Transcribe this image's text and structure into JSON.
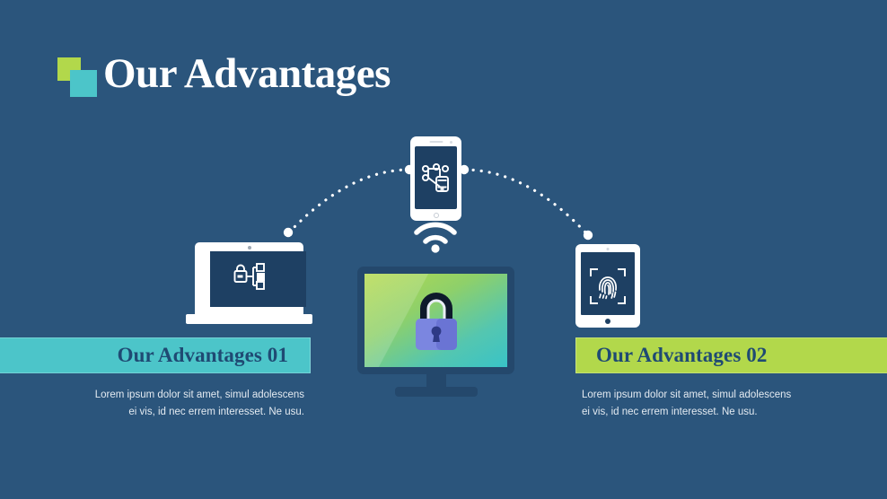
{
  "slide": {
    "background_color": "#2b557c",
    "title": "Our Advantages",
    "logo": {
      "square_green_color": "#b2d84b",
      "square_teal_color": "#4cc5c9"
    }
  },
  "diagram": {
    "devices": [
      {
        "name": "smartphone",
        "icon": "network-nodes-icon",
        "screen_color": "#1e4063"
      },
      {
        "name": "laptop",
        "icon": "lock-network-icon",
        "screen_color": "#1e4063"
      },
      {
        "name": "tablet",
        "icon": "fingerprint-scan-icon",
        "screen_color": "#1e4063"
      },
      {
        "name": "monitor",
        "icon": "padlock-icon",
        "screen_gradient": "#b6da4e to #39c3c7"
      }
    ],
    "wifi_icon": "wifi-signal-icon",
    "connector_style": "dotted-arc",
    "connector_color": "#ffffff"
  },
  "cards": [
    {
      "label": "Our Advantages 01",
      "banner_color": "#4cc5c9",
      "label_color": "#1f4a73",
      "body": "Lorem ipsum dolor sit amet, simul adolescens ei vis, id nec errem interesset. Ne usu."
    },
    {
      "label": "Our Advantages 02",
      "banner_color": "#b2d84b",
      "label_color": "#1f4a73",
      "body": "Lorem ipsum dolor sit amet, simul adolescens ei vis, id nec errem interesset. Ne usu."
    }
  ]
}
